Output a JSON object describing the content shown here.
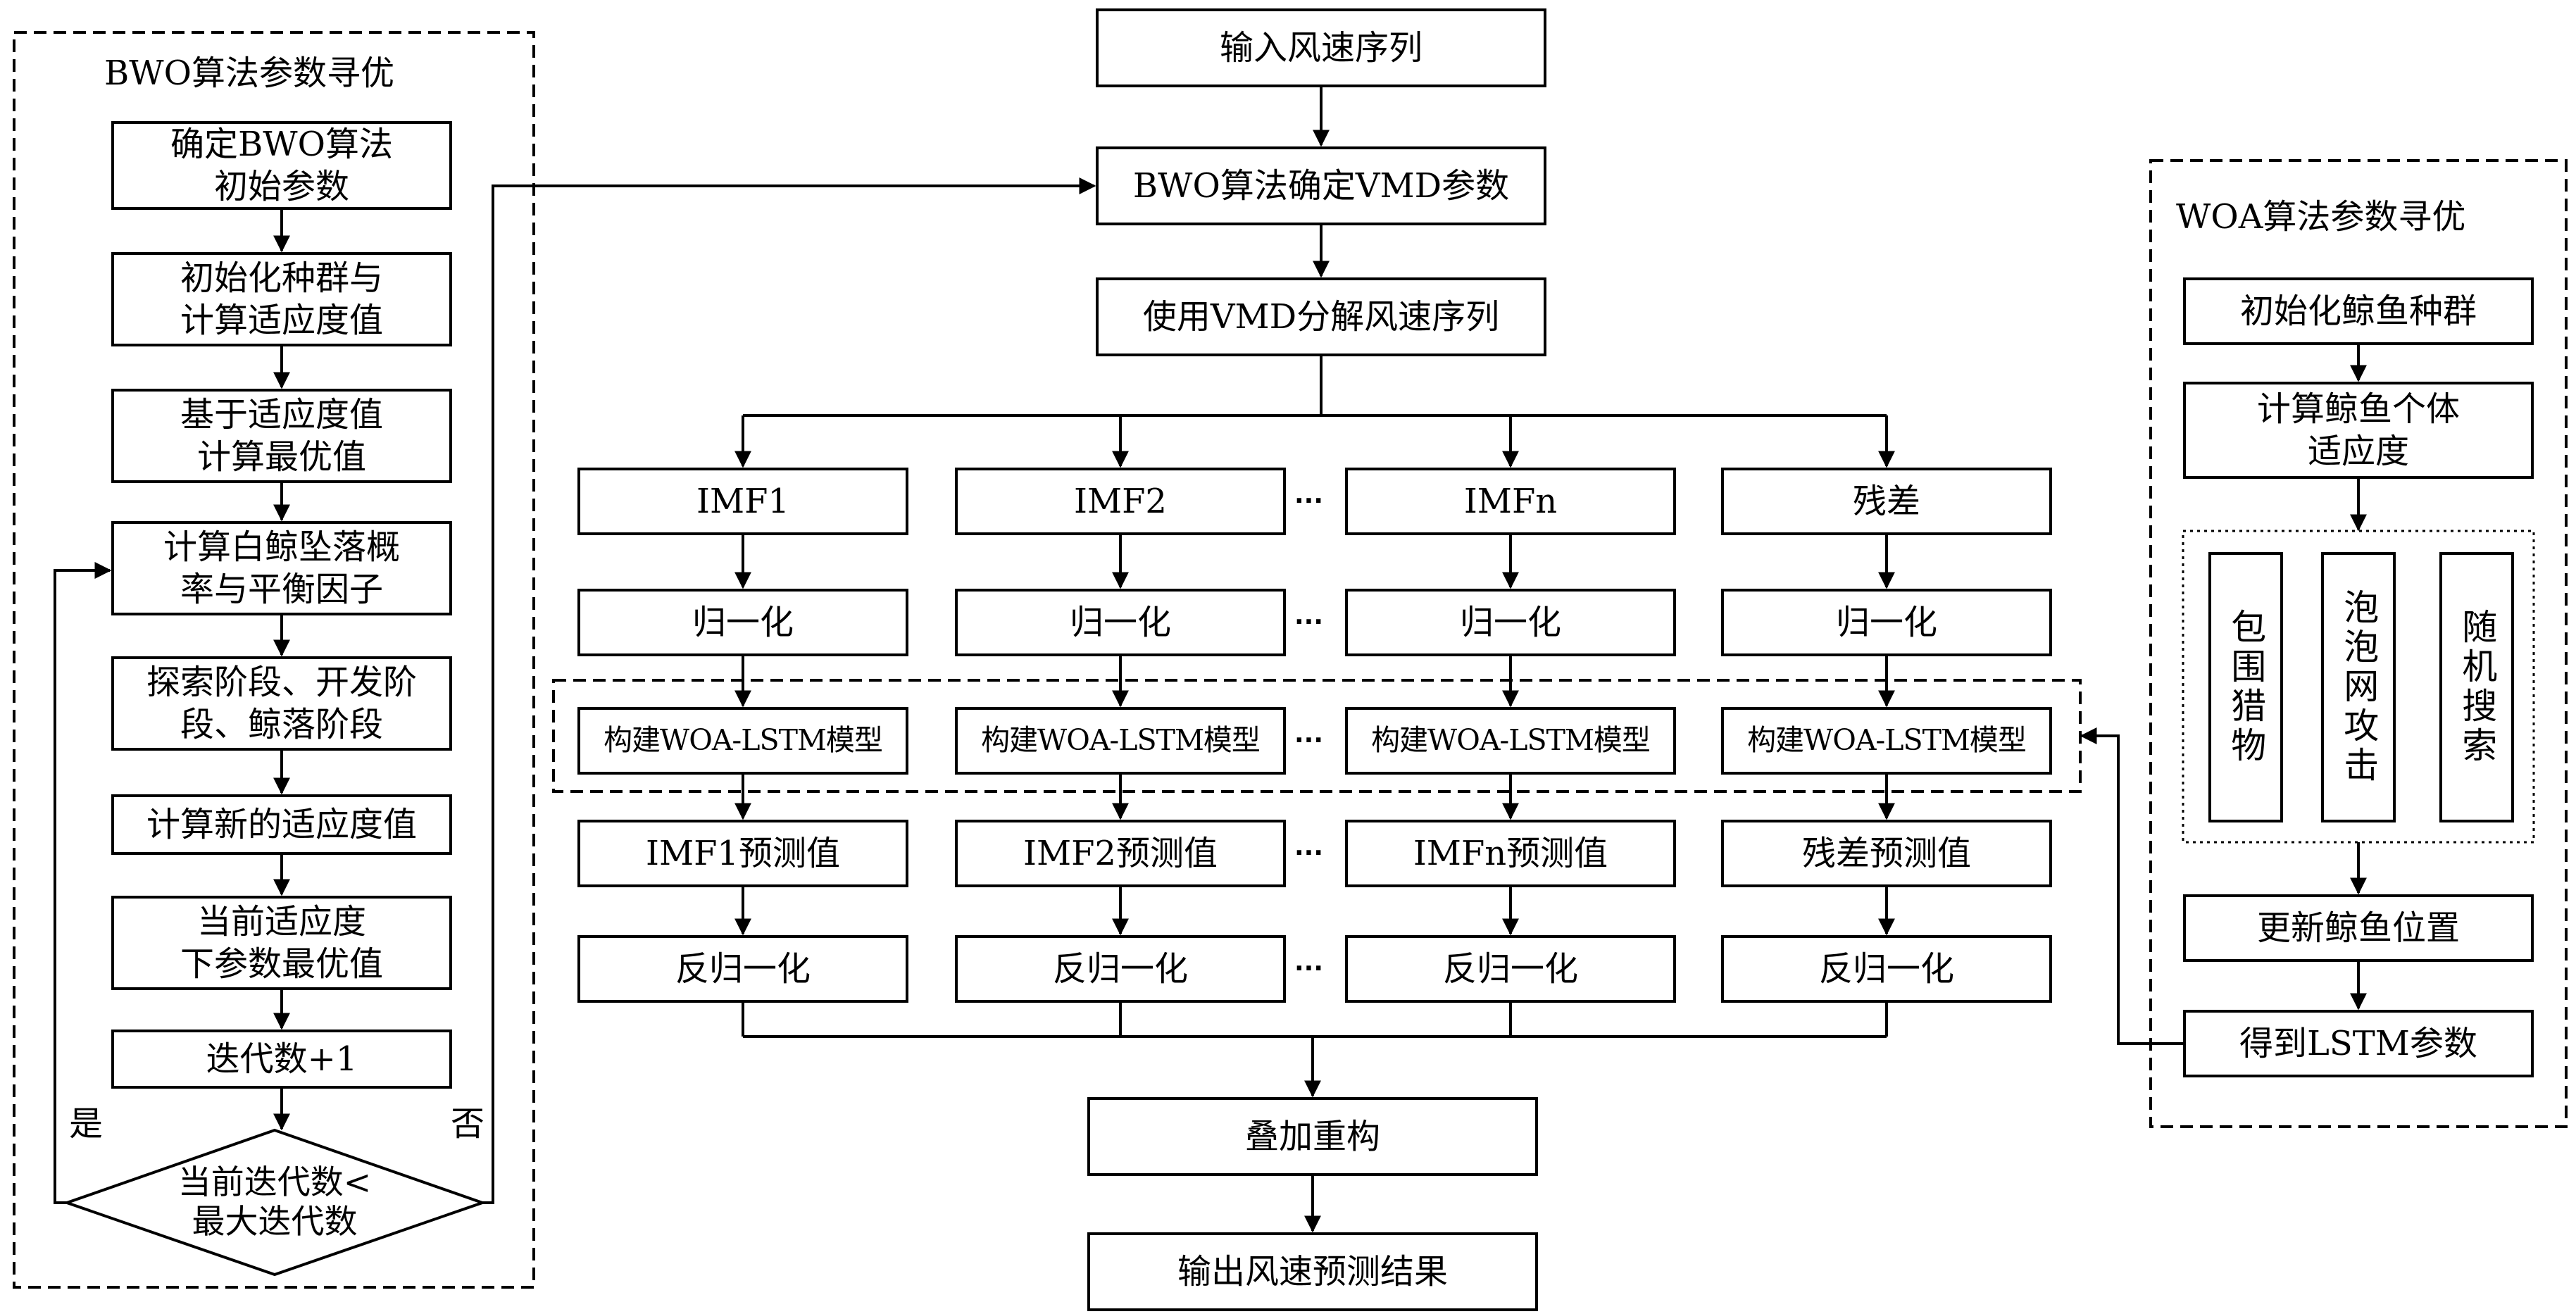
{
  "left_panel": {
    "title": "BWO算法参数寻优",
    "steps": [
      "确定BWO算法\n初始参数",
      "初始化种群与\n计算适应度值",
      "基于适应度值\n计算最优值",
      "计算白鲸坠落概\n率与平衡因子",
      "探索阶段、开发阶\n段、鲸落阶段",
      "计算新的适应度值",
      "当前适应度\n下参数最优值",
      "迭代数+1"
    ],
    "decision": "当前迭代数<\n最大迭代数",
    "yes_label": "是",
    "no_label": "否"
  },
  "center": {
    "input": "输入风速序列",
    "bwo_vmd": "BWO算法确定VMD参数",
    "vmd_decompose": "使用VMD分解风速序列",
    "columns": [
      {
        "component": "IMF1",
        "normalize": "归一化",
        "model": "构建WOA-LSTM模型",
        "prediction": "IMF1预测值",
        "denormalize": "反归一化"
      },
      {
        "component": "IMF2",
        "normalize": "归一化",
        "model": "构建WOA-LSTM模型",
        "prediction": "IMF2预测值",
        "denormalize": "反归一化"
      },
      {
        "component": "IMFn",
        "normalize": "归一化",
        "model": "构建WOA-LSTM模型",
        "prediction": "IMFn预测值",
        "denormalize": "反归一化"
      },
      {
        "component": "残差",
        "normalize": "归一化",
        "model": "构建WOA-LSTM模型",
        "prediction": "残差预测值",
        "denormalize": "反归一化"
      }
    ],
    "ellipsis": "···",
    "reconstruct": "叠加重构",
    "output": "输出风速预测结果"
  },
  "right_panel": {
    "title": "WOA算法参数寻优",
    "init": "初始化鲸鱼种群",
    "fitness": "计算鲸鱼个体\n适应度",
    "strategies": [
      "包围猎物",
      "泡泡网攻击",
      "随机搜索"
    ],
    "update": "更新鲸鱼位置",
    "result": "得到LSTM参数"
  }
}
